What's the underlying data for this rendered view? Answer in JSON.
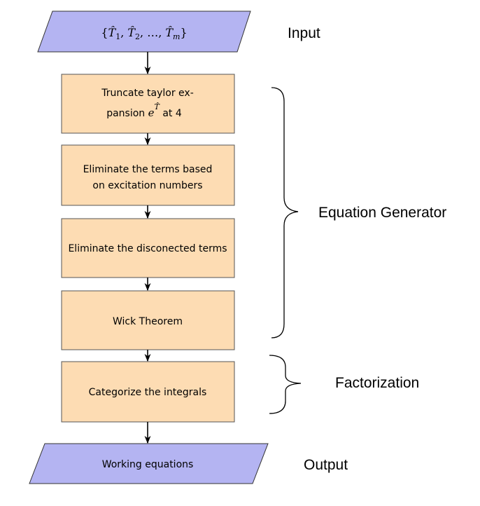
{
  "input": {
    "label": "Input",
    "formula": {
      "open": "{",
      "t1": "T̂",
      "s1": "1",
      "t2": "T̂",
      "s2": "2",
      "dots": "…",
      "tm": "T̂",
      "sm": "m",
      "close": "}"
    }
  },
  "steps": {
    "truncate": {
      "line1": "Truncate taylor ex-",
      "line2_pre": "pansion",
      "line2_e": "e",
      "line2_sup": "T̂",
      "line2_post": "at 4"
    },
    "excitation": {
      "line1": "Eliminate the terms based",
      "line2": "on excitation numbers"
    },
    "disconnected": {
      "line1": "Eliminate the disconected terms"
    },
    "wick": {
      "line1": "Wick Theorem"
    },
    "categorize": {
      "line1": "Categorize the integrals"
    }
  },
  "output": {
    "label": "Output",
    "text": "Working equations"
  },
  "groups": {
    "generator": "Equation Generator",
    "factorization": "Factorization"
  },
  "colors": {
    "process_fill": "#fddcb3",
    "process_stroke": "#555555",
    "io_fill": "#b4b4f2",
    "io_stroke": "#333333",
    "edge": "#000000"
  }
}
